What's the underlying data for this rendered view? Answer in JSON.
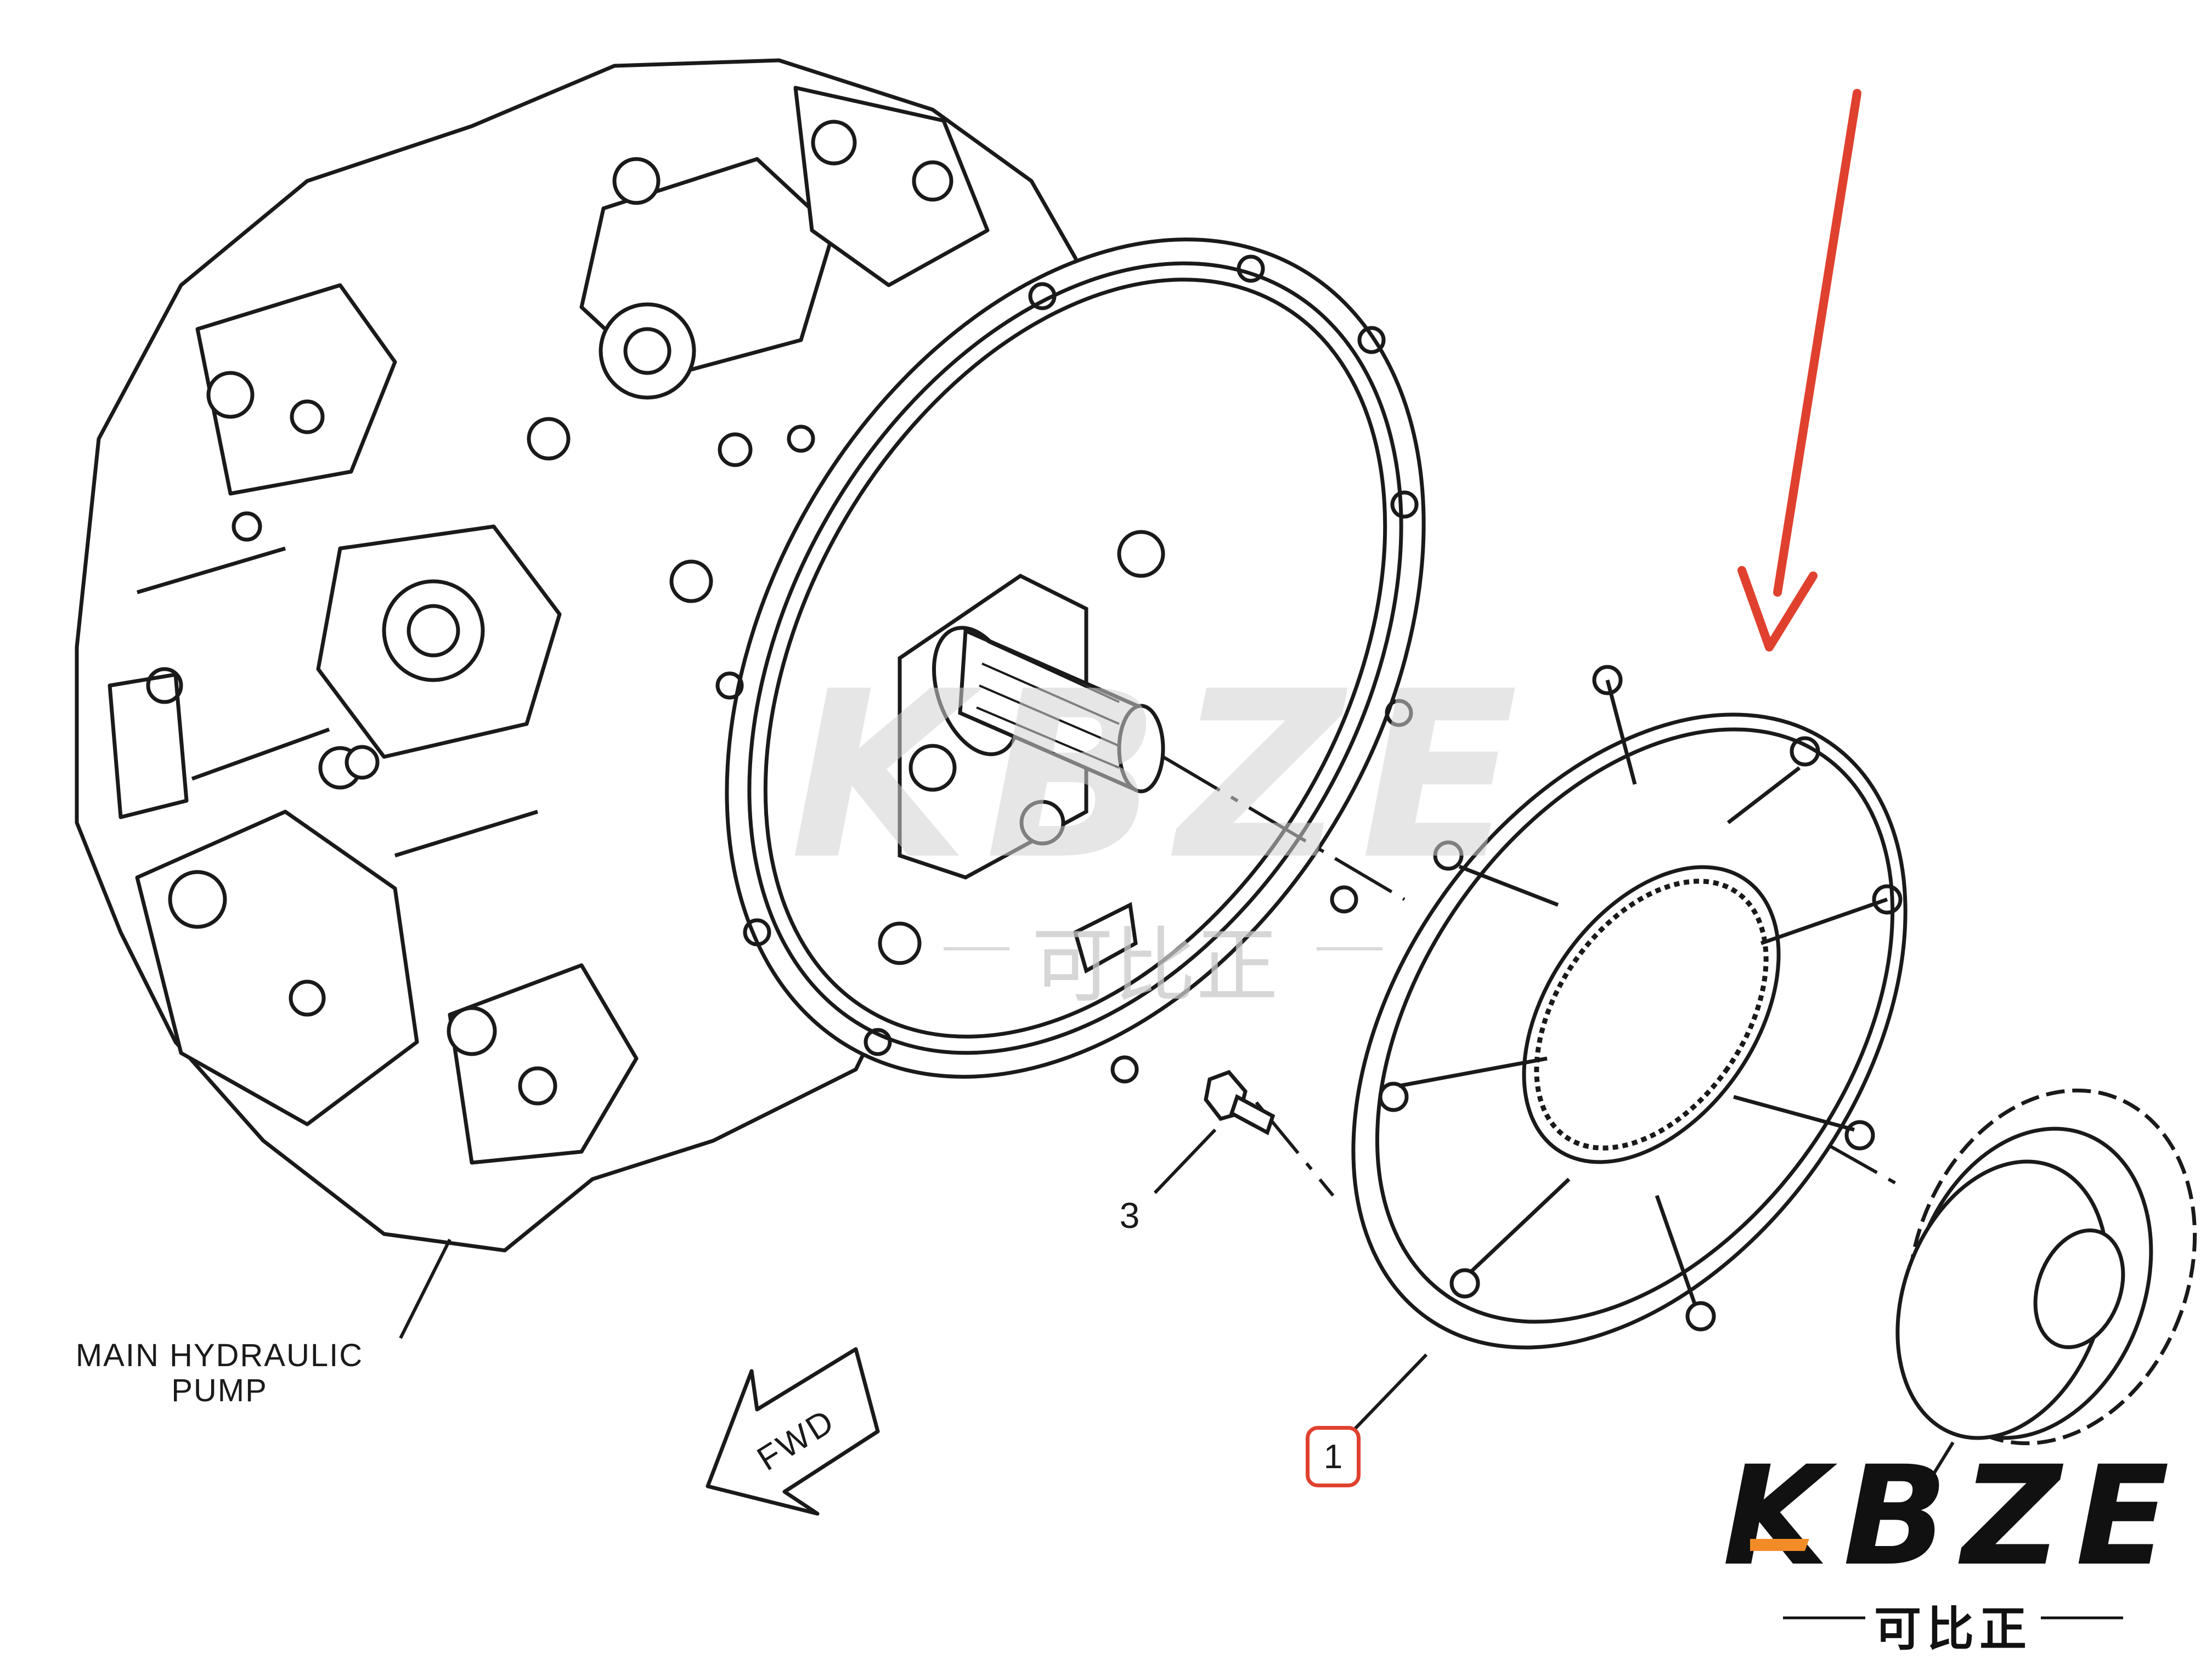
{
  "labels": {
    "pump": "MAIN HYDRAULIC\nPUMP",
    "item_3": "3",
    "item_1": "1",
    "fwd": "FWD"
  },
  "watermark": {
    "latin": "KBZE",
    "chinese": "可比正"
  },
  "logo": {
    "text": "KBZE",
    "subtitle": "可比正",
    "accent_color": "#f28c28"
  },
  "colors": {
    "line": "#1a1a1a",
    "highlight": "#e0412f",
    "arrow": "#e0412f",
    "watermark": "#c9c9c9"
  },
  "icons": {
    "pointer": "red-down-arrow-icon",
    "direction": "fwd-arrow-icon"
  }
}
